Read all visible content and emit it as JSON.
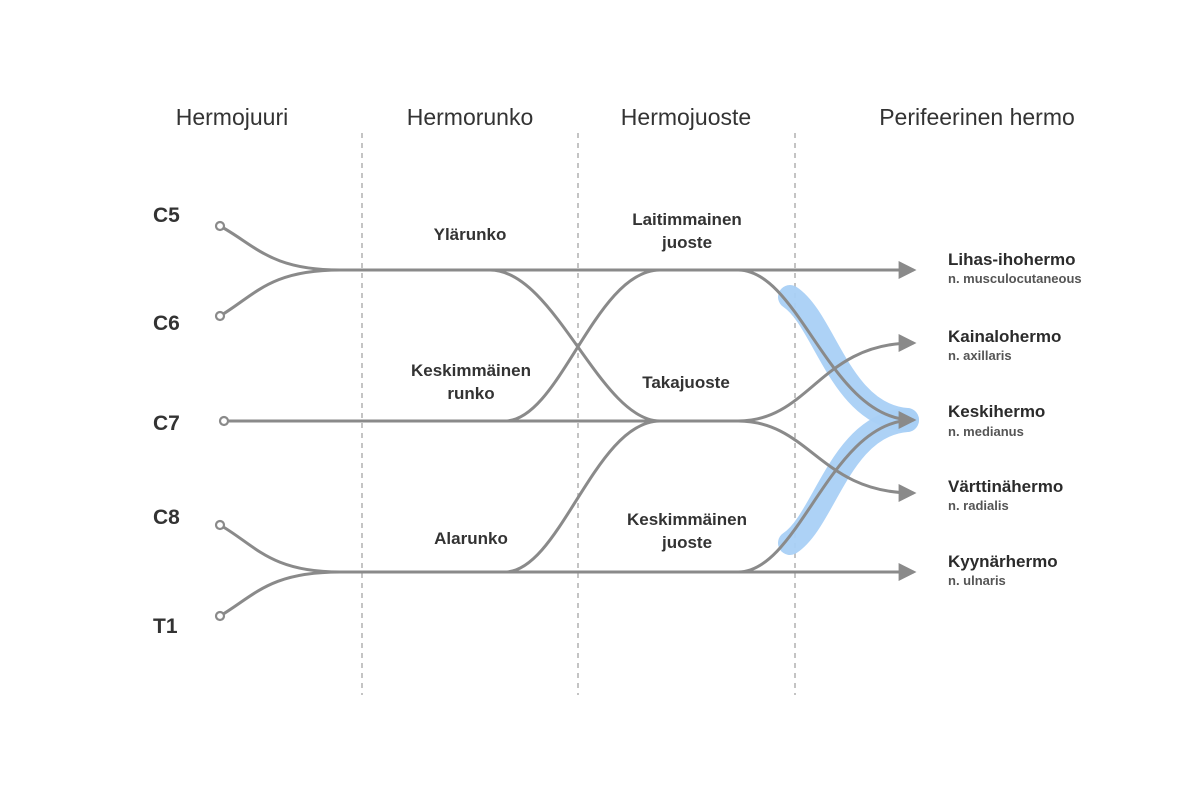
{
  "columns": {
    "roots": "Hermojuuri",
    "trunks": "Hermorunko",
    "cords": "Hermojuoste",
    "peripheral": "Perifeerinen hermo"
  },
  "roots": [
    "C5",
    "C6",
    "C7",
    "C8",
    "T1"
  ],
  "trunks": {
    "upper": "Ylärunko",
    "middle_1": "Keskimmäinen",
    "middle_2": "runko",
    "lower": "Alarunko"
  },
  "cords": {
    "lateral_1": "Laitimmainen",
    "lateral_2": "juoste",
    "posterior": "Takajuoste",
    "medial_1": "Keskimmäinen",
    "medial_2": "juoste"
  },
  "nerves": [
    {
      "name": "Lihas-ihohermo",
      "latin": "n. musculocutaneous"
    },
    {
      "name": "Kainalohermo",
      "latin": "n. axillaris"
    },
    {
      "name": "Keskihermo",
      "latin": "n. medianus"
    },
    {
      "name": "Värttinähermo",
      "latin": "n. radialis"
    },
    {
      "name": "Kyynärhermo",
      "latin": "n. ulnaris"
    }
  ],
  "colors": {
    "nerve_line": "#8a8a8a",
    "median_highlight": "#a9d0f5",
    "text": "#333333"
  }
}
